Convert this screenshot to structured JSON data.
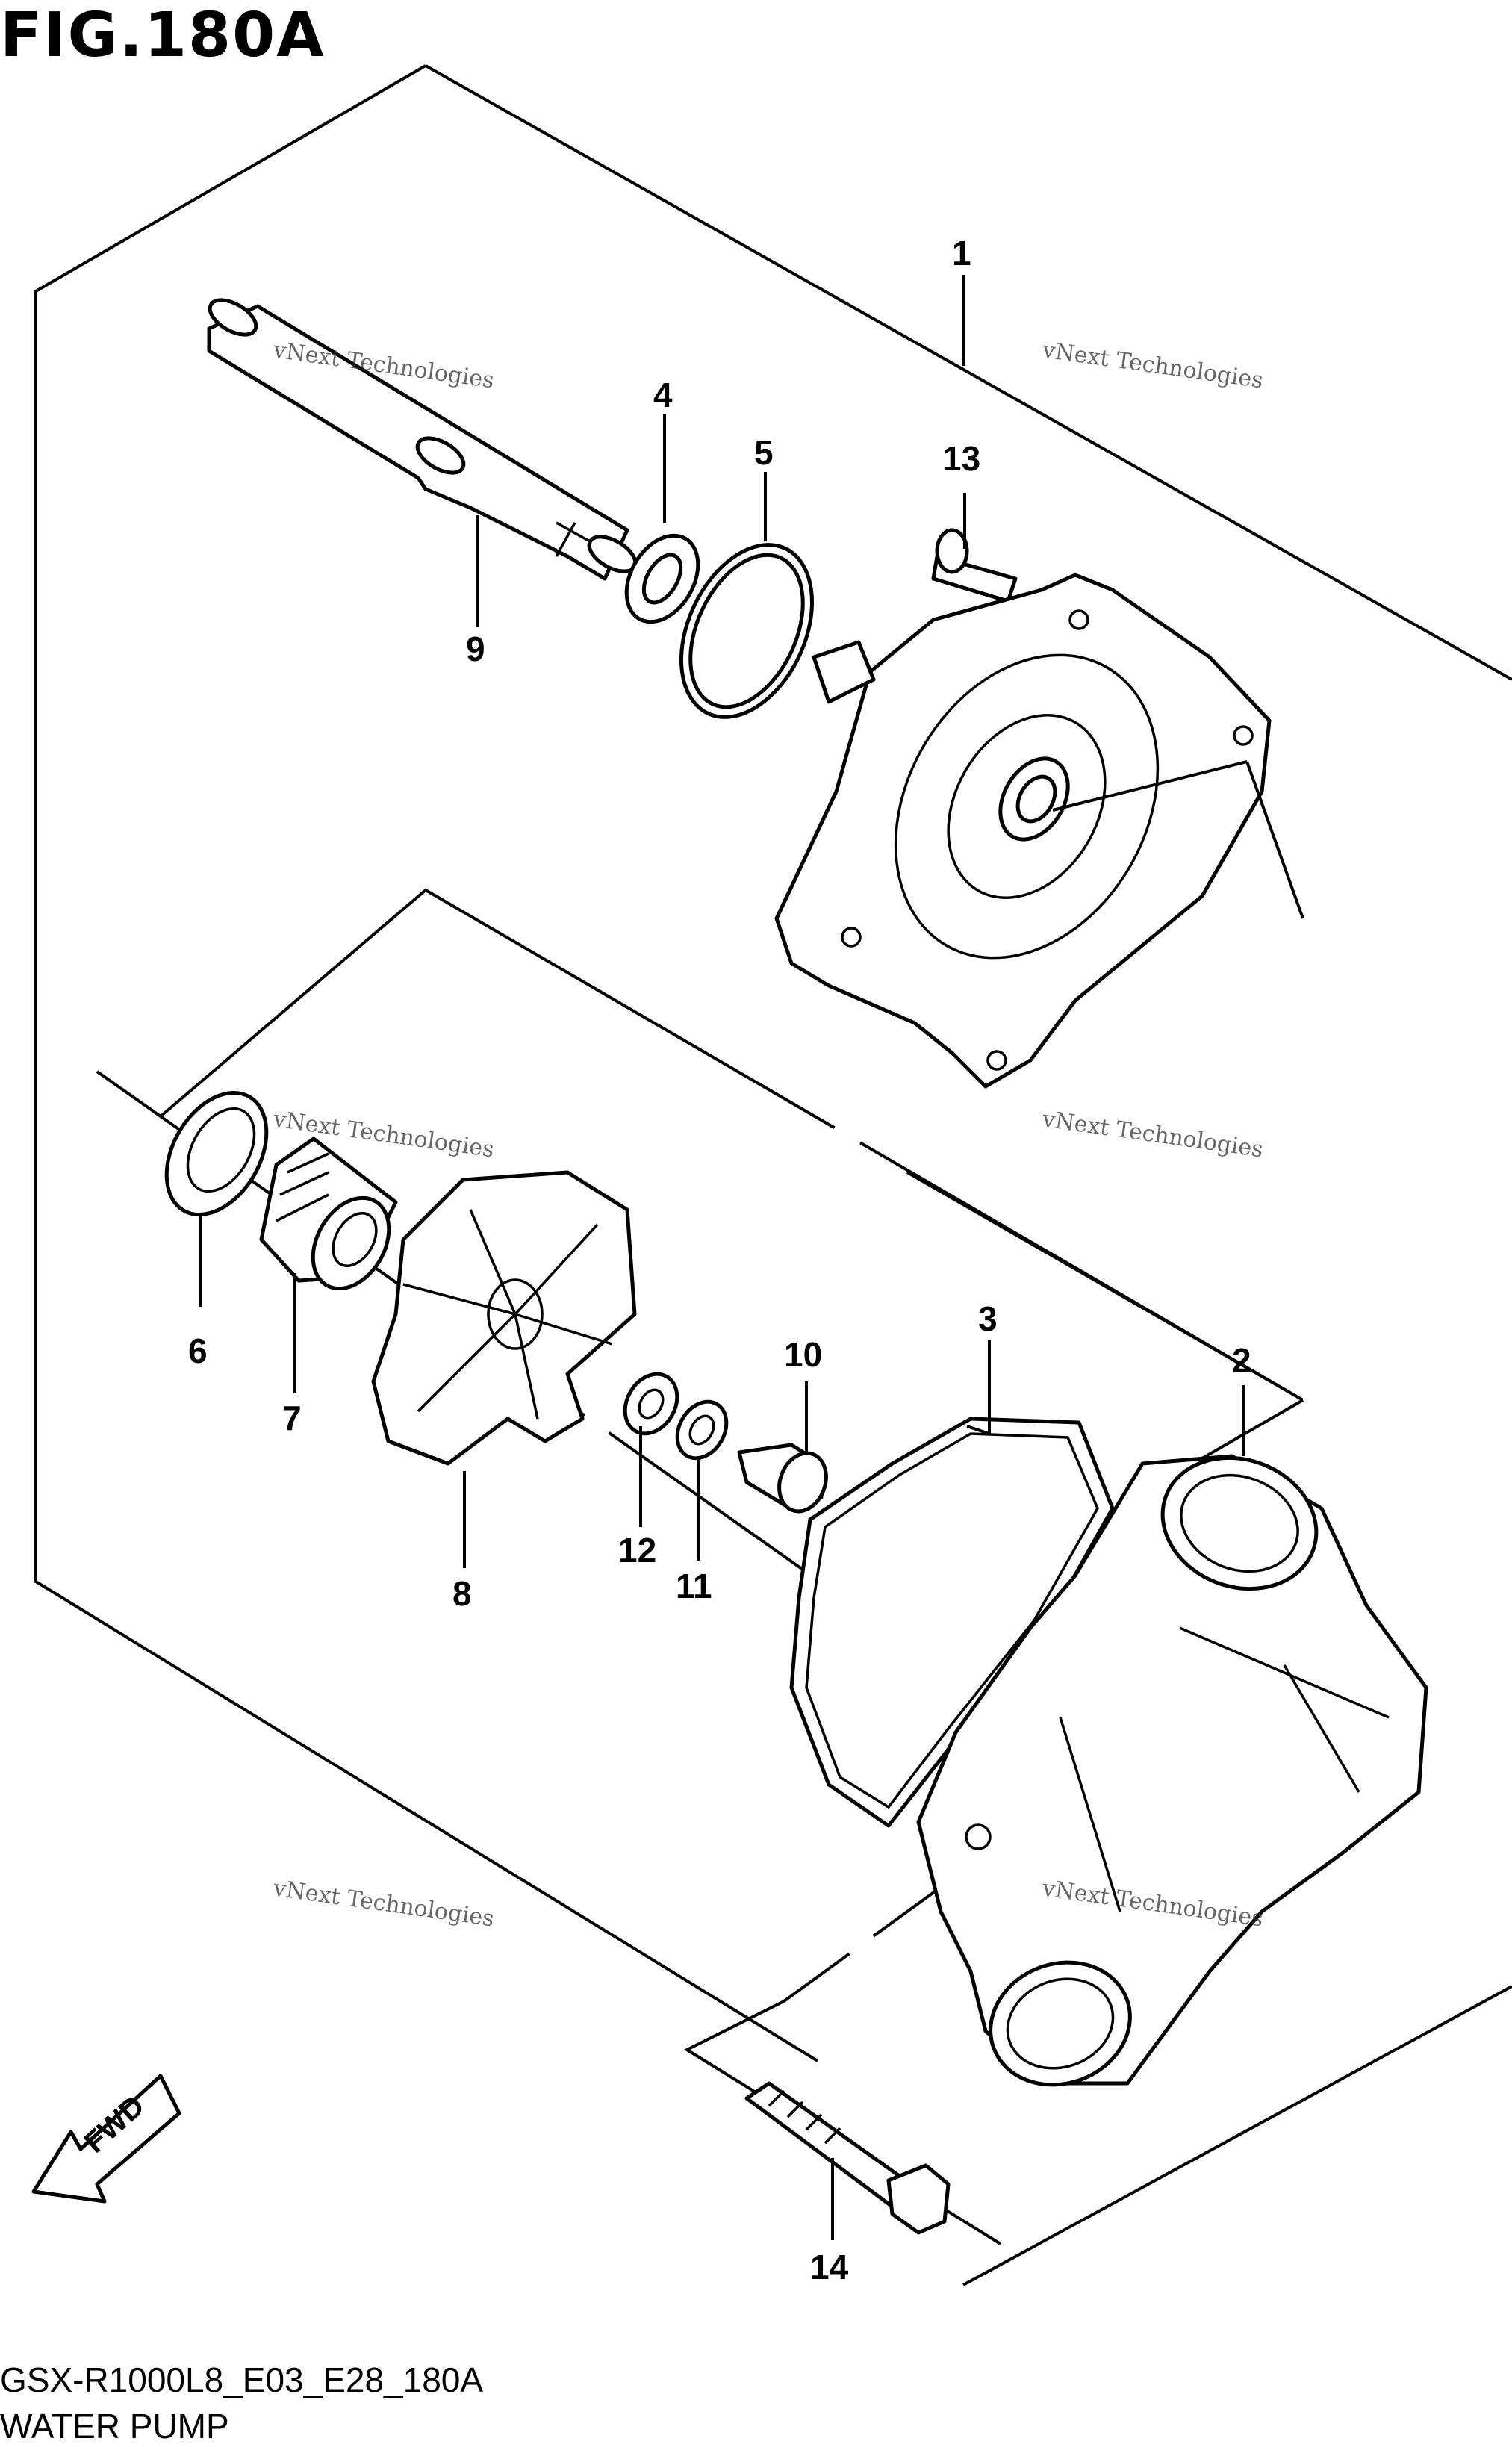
{
  "figure": {
    "title": "FIG.180A"
  },
  "footer": {
    "code": "GSX-R1000L8_E03_E28_180A",
    "name": "WATER PUMP"
  },
  "direction_label": "FWD",
  "watermark": {
    "line1": "vNext Technologies",
    "line2": "vNext\nTechnologies"
  },
  "callouts": [
    {
      "id": "1",
      "label": "1"
    },
    {
      "id": "2",
      "label": "2"
    },
    {
      "id": "3",
      "label": "3"
    },
    {
      "id": "4",
      "label": "4"
    },
    {
      "id": "5",
      "label": "5"
    },
    {
      "id": "6",
      "label": "6"
    },
    {
      "id": "7",
      "label": "7"
    },
    {
      "id": "8",
      "label": "8"
    },
    {
      "id": "9",
      "label": "9"
    },
    {
      "id": "10",
      "label": "10"
    },
    {
      "id": "11",
      "label": "11"
    },
    {
      "id": "12",
      "label": "12"
    },
    {
      "id": "13",
      "label": "13"
    },
    {
      "id": "14",
      "label": "14"
    }
  ]
}
